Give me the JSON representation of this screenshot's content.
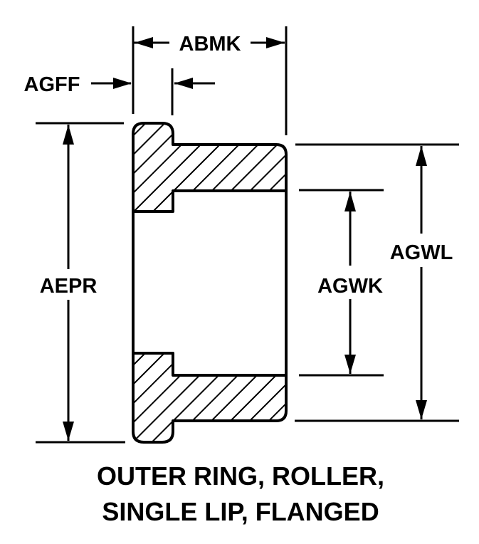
{
  "diagram": {
    "title_line1": "OUTER RING, ROLLER,",
    "title_line2": "SINGLE LIP, FLANGED",
    "dimensions": {
      "abmk": "ABMK",
      "agff": "AGFF",
      "aepr": "AEPR",
      "agwk": "AGWK",
      "agwl": "AGWL"
    },
    "colors": {
      "ink": "#000000",
      "background": "#ffffff"
    }
  }
}
